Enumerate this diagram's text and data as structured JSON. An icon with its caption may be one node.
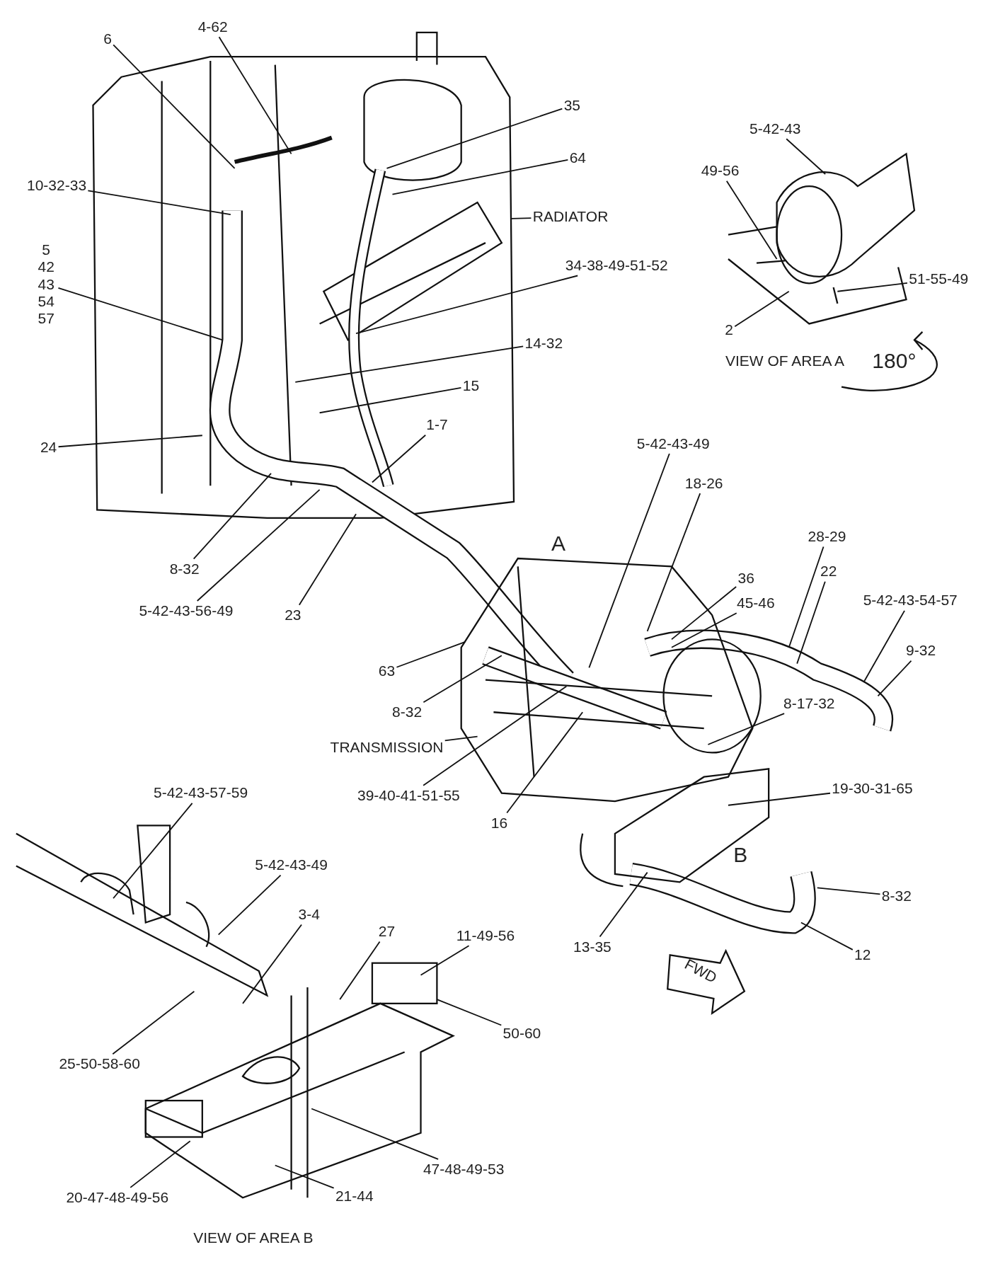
{
  "diagram": {
    "nodes": [
      {
        "text": [
          "6"
        ]
      },
      {
        "text": [
          "4-62"
        ]
      },
      {
        "text": [
          "35"
        ]
      },
      {
        "text": [
          "64"
        ]
      },
      {
        "text": [
          "10-32-33"
        ]
      },
      {
        "text": [
          "5 42 43 54 57"
        ]
      },
      {
        "text": [
          "RADIATOR"
        ]
      },
      {
        "text": [
          "34-38-49-51-52"
        ]
      },
      {
        "text": [
          "14-32"
        ]
      },
      {
        "text": [
          "15"
        ]
      },
      {
        "text": [
          "24"
        ]
      },
      {
        "text": [
          "1-7"
        ]
      },
      {
        "text": [
          "8-32"
        ]
      },
      {
        "text": [
          "5-42-43-56-49"
        ]
      },
      {
        "text": [
          "23"
        ]
      },
      {
        "text": [
          "5-42-43-49"
        ]
      },
      {
        "text": [
          "18-26"
        ]
      },
      {
        "text": [
          "28-29"
        ]
      },
      {
        "text": [
          "36"
        ]
      },
      {
        "text": [
          "45-46"
        ]
      },
      {
        "text": [
          "22"
        ]
      },
      {
        "text": [
          "5-42-43-54-57"
        ]
      },
      {
        "text": [
          "9-32"
        ]
      },
      {
        "text": [
          "63"
        ]
      },
      {
        "text": [
          "8-32"
        ]
      },
      {
        "text": [
          "8-17-32"
        ]
      },
      {
        "text": [
          "TRANSMISSION"
        ]
      },
      {
        "text": [
          "39-40-41-51-55"
        ]
      },
      {
        "text": [
          "16"
        ]
      },
      {
        "text": [
          "19-30-31-65"
        ]
      },
      {
        "text": [
          "8-32"
        ]
      },
      {
        "text": [
          "13-35"
        ]
      },
      {
        "text": [
          "12"
        ]
      },
      {
        "text": [
          "5-42-43"
        ]
      },
      {
        "text": [
          "49-56"
        ]
      },
      {
        "text": [
          "51-55-49"
        ]
      },
      {
        "text": [
          "2"
        ]
      },
      {
        "text": [
          "5-42-43-57-59"
        ]
      },
      {
        "text": [
          "5-42-43-49"
        ]
      },
      {
        "text": [
          "3-4"
        ]
      },
      {
        "text": [
          "27"
        ]
      },
      {
        "text": [
          "11-49-56"
        ]
      },
      {
        "text": [
          "50-60"
        ]
      },
      {
        "text": [
          "25-50-58-60"
        ]
      },
      {
        "text": [
          "47-48-49-53"
        ]
      },
      {
        "text": [
          "20-47-48-49-56"
        ]
      },
      {
        "text": [
          "21-44"
        ]
      }
    ],
    "edges": [
      {
        "from": 0,
        "to": null,
        "arrow": "none"
      },
      {
        "from": 1,
        "to": null,
        "arrow": "none"
      },
      {
        "from": 2,
        "to": null,
        "arrow": "none"
      },
      {
        "from": 3,
        "to": null,
        "arrow": "none"
      },
      {
        "from": 4,
        "to": null,
        "arrow": "none"
      },
      {
        "from": 5,
        "to": null,
        "arrow": "none"
      },
      {
        "from": 6,
        "to": null,
        "arrow": "none"
      },
      {
        "from": 7,
        "to": null,
        "arrow": "none"
      },
      {
        "from": 8,
        "to": null,
        "arrow": "none"
      },
      {
        "from": 9,
        "to": null,
        "arrow": "none"
      },
      {
        "from": 10,
        "to": null,
        "arrow": "none"
      },
      {
        "from": 11,
        "to": null,
        "arrow": "none"
      },
      {
        "from": 12,
        "to": null,
        "arrow": "none"
      },
      {
        "from": 13,
        "to": null,
        "arrow": "none"
      },
      {
        "from": 14,
        "to": null,
        "arrow": "none"
      },
      {
        "from": 15,
        "to": null,
        "arrow": "none"
      },
      {
        "from": 16,
        "to": null,
        "arrow": "none"
      },
      {
        "from": 17,
        "to": null,
        "arrow": "none"
      },
      {
        "from": 18,
        "to": null,
        "arrow": "none"
      },
      {
        "from": 19,
        "to": null,
        "arrow": "none"
      },
      {
        "from": 20,
        "to": null,
        "arrow": "none"
      },
      {
        "from": 21,
        "to": null,
        "arrow": "none"
      },
      {
        "from": 22,
        "to": null,
        "arrow": "none"
      },
      {
        "from": 23,
        "to": null,
        "arrow": "none"
      },
      {
        "from": 24,
        "to": null,
        "arrow": "none"
      },
      {
        "from": 25,
        "to": null,
        "arrow": "none"
      },
      {
        "from": 26,
        "to": null,
        "arrow": "none"
      },
      {
        "from": 27,
        "to": null,
        "arrow": "none"
      },
      {
        "from": 28,
        "to": null,
        "arrow": "none"
      },
      {
        "from": 29,
        "to": null,
        "arrow": "none"
      },
      {
        "from": 30,
        "to": null,
        "arrow": "none"
      },
      {
        "from": 31,
        "to": null,
        "arrow": "none"
      },
      {
        "from": 32,
        "to": null,
        "arrow": "none"
      },
      {
        "from": 33,
        "to": null,
        "arrow": "none"
      },
      {
        "from": 34,
        "to": null,
        "arrow": "none"
      },
      {
        "from": 35,
        "to": null,
        "arrow": "none"
      },
      {
        "from": 36,
        "to": null,
        "arrow": "none"
      },
      {
        "from": 37,
        "to": null,
        "arrow": "none"
      },
      {
        "from": 38,
        "to": null,
        "arrow": "none"
      },
      {
        "from": 39,
        "to": null,
        "arrow": "none"
      },
      {
        "from": 40,
        "to": null,
        "arrow": "none"
      },
      {
        "from": 41,
        "to": null,
        "arrow": "none"
      },
      {
        "from": 42,
        "to": null,
        "arrow": "none"
      },
      {
        "from": 43,
        "to": null,
        "arrow": "none"
      },
      {
        "from": 44,
        "to": null,
        "arrow": "none"
      },
      {
        "from": 45,
        "to": null,
        "arrow": "none"
      },
      {
        "from": 46,
        "to": null,
        "arrow": "none"
      }
    ],
    "labels": [
      "VIEW OF AREA A",
      "180°",
      "A",
      "FWD",
      "B",
      "VIEW OF AREA B"
    ]
  }
}
